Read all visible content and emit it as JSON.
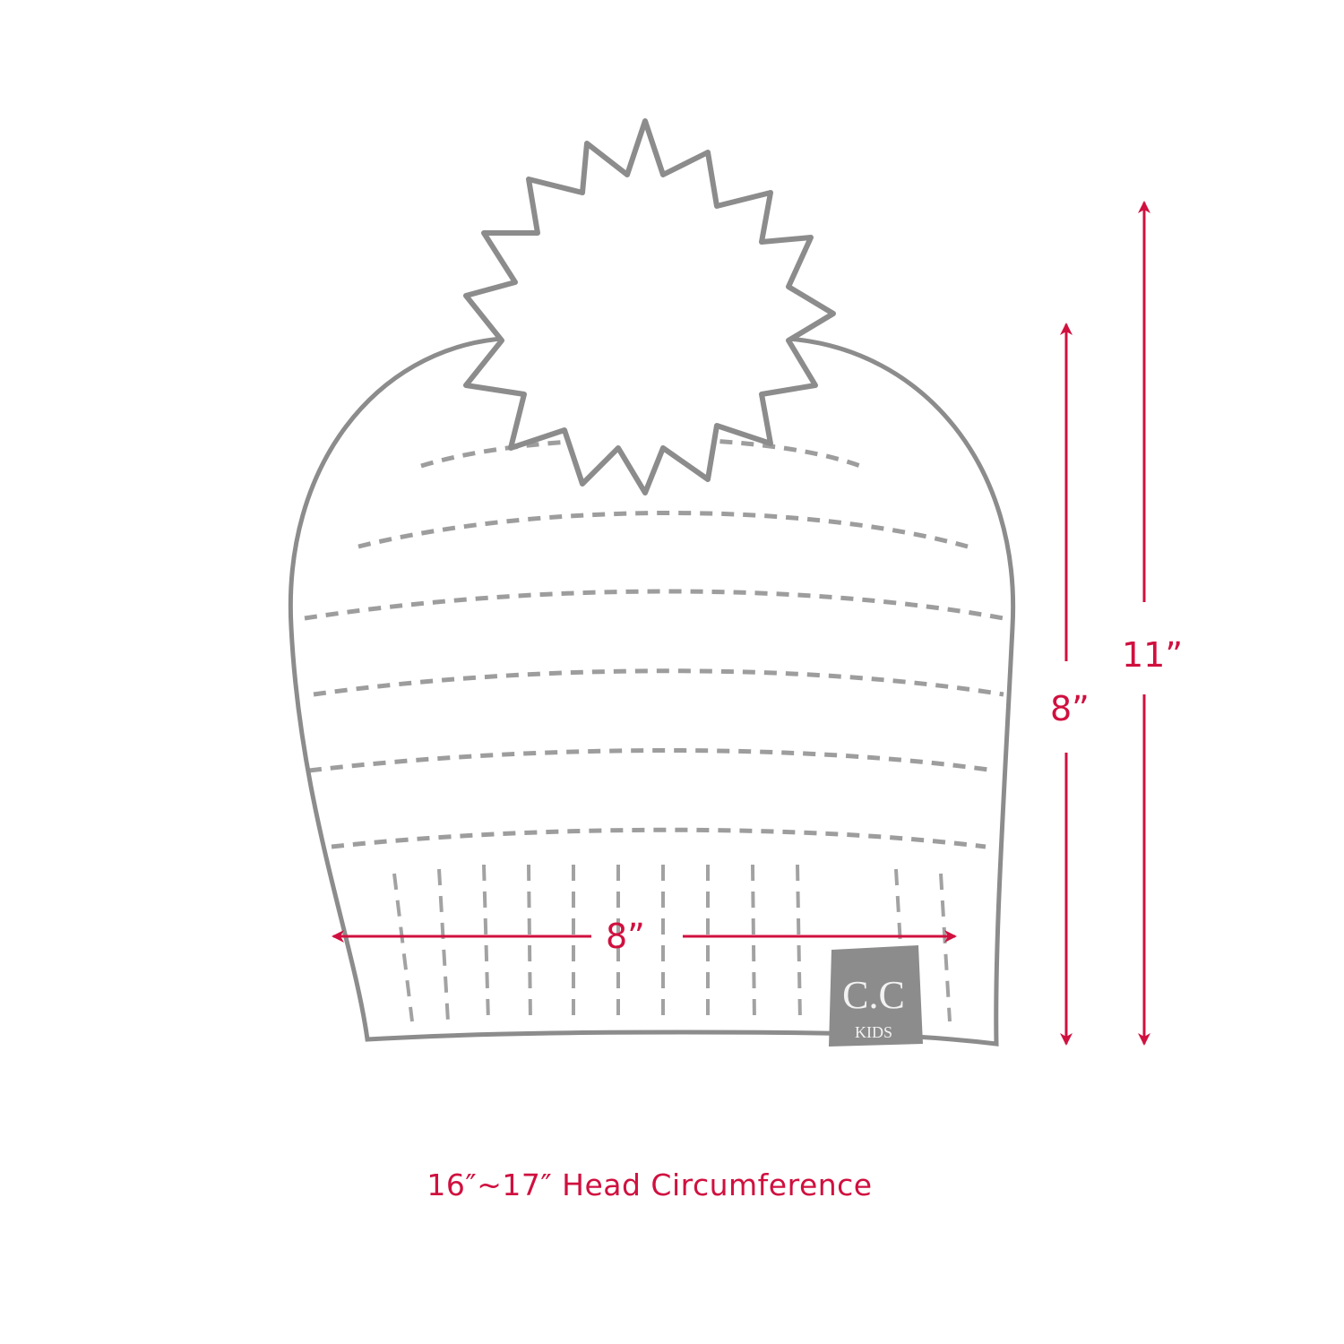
{
  "diagram": {
    "brand_logo": {
      "main": "C.C",
      "sub": "KIDS"
    },
    "dimensions": {
      "width_label": "8”",
      "brim_height_label": "8”",
      "total_height_label": "11”"
    },
    "caption": "16″~17″ Head Circumference",
    "colors": {
      "accent": "#d0103f",
      "outline": "#8c8c8c"
    }
  }
}
